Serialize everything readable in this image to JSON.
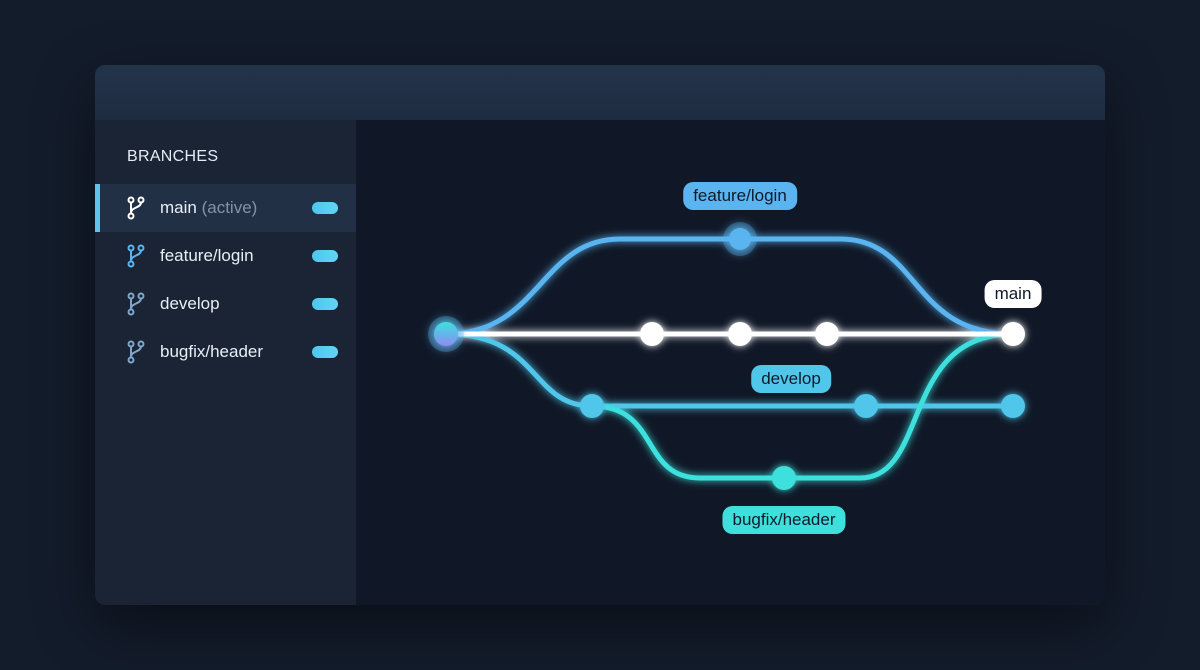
{
  "sidebar": {
    "title": "BRANCHES",
    "items": [
      {
        "name": "main",
        "suffix": "(active)",
        "active": true
      },
      {
        "name": "feature/login",
        "suffix": ""
      },
      {
        "name": "develop",
        "suffix": ""
      },
      {
        "name": "bugfix/header",
        "suffix": ""
      }
    ]
  },
  "graph": {
    "labels": {
      "feature": "feature/login",
      "main": "main",
      "develop": "develop",
      "bugfix": "bugfix/header"
    },
    "colors": {
      "main": "#ffffff",
      "feature": "#5ab4f0",
      "develop": "#4fc6ea",
      "bugfix": "#3ee0dc"
    }
  }
}
